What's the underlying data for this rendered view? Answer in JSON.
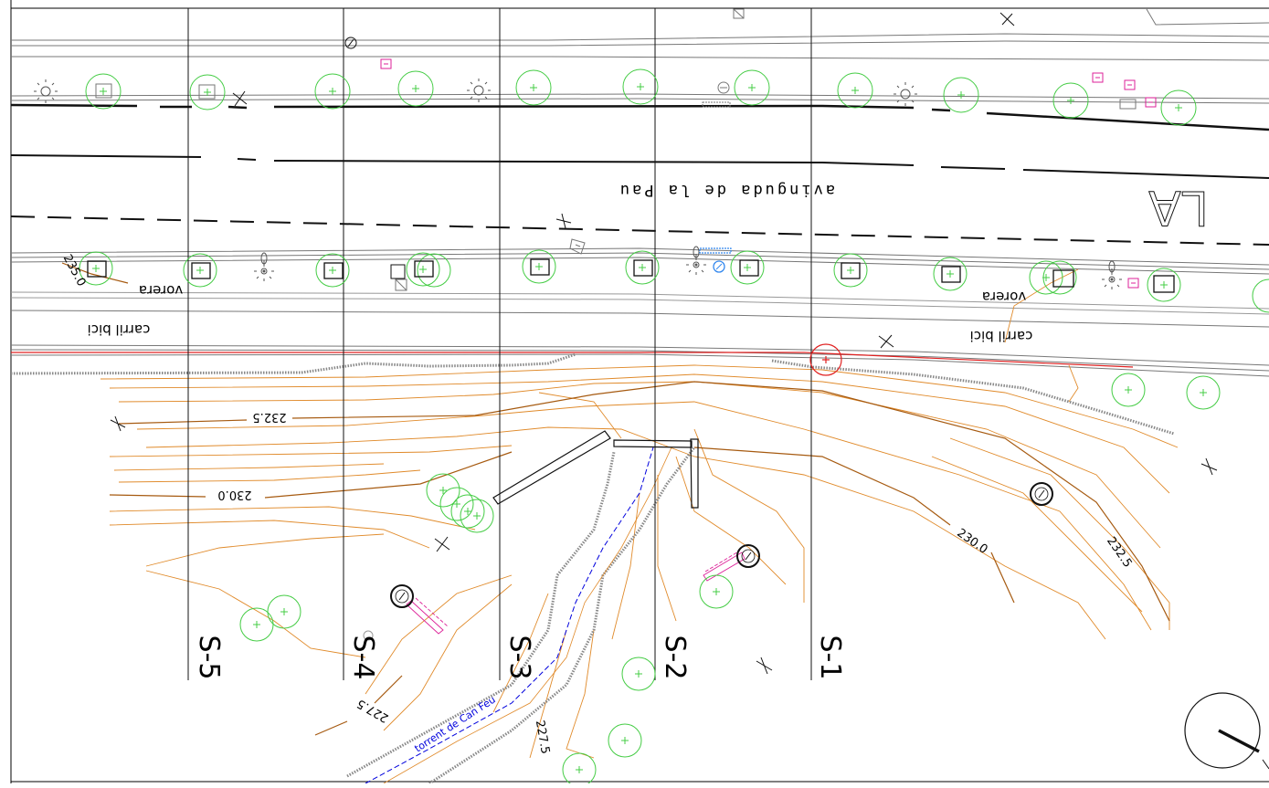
{
  "map": {
    "street_name": "avinguda de la Pau",
    "district_label": "LA",
    "sidewalk_label": "vorera",
    "bike_lane_label": "carril bici",
    "stream_label": "torrent de Can Feu",
    "sections": [
      "S-1",
      "S-2",
      "S-3",
      "S-4",
      "S-5"
    ],
    "contours": {
      "c235": "235.0",
      "c2325": "232.5",
      "c230": "230.0",
      "c2275": "227.5"
    }
  },
  "colors": {
    "contour": "#e08a2a",
    "contour_major": "#a65a10",
    "tree": "#44cc44",
    "stream": "#0000dd",
    "boundary": "#e02020",
    "marker": "#dd2299",
    "utility": "#3388ee"
  },
  "icons": {
    "tree": "tree-symbol-icon",
    "lamp": "street-lamp-icon",
    "manhole": "manhole-icon",
    "survey": "survey-cross-icon",
    "north": "north-arrow-icon"
  }
}
